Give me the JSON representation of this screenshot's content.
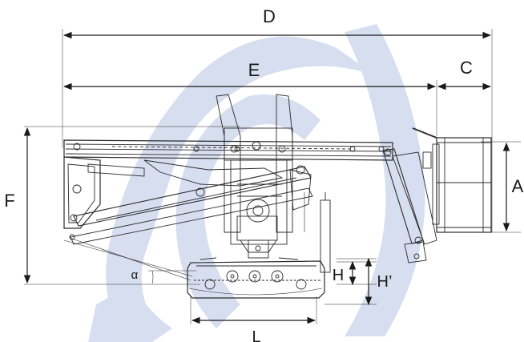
{
  "labels": {
    "D": "D",
    "E": "E",
    "C": "C",
    "F": "F",
    "A": "A",
    "H": "H",
    "H_prime": "H’",
    "L": "L",
    "alpha": "α"
  },
  "colors": {
    "line": "#2b2b2b",
    "watermark": "#c9d3ec"
  }
}
